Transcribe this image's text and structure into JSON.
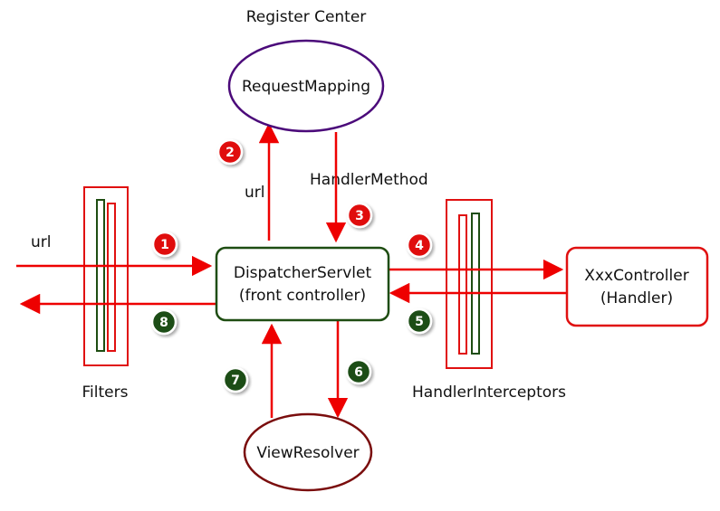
{
  "diagram": {
    "labels": {
      "register_center": "Register Center",
      "filters": "Filters",
      "handler_interceptors": "HandlerInterceptors",
      "url_in": "url",
      "url_up": "url",
      "handler_method": "HandlerMethod"
    },
    "nodes": {
      "request_mapping": "RequestMapping",
      "dispatcher_line1": "DispatcherServlet",
      "dispatcher_line2": "(front controller)",
      "controller_line1": "XxxController",
      "controller_line2": "(Handler)",
      "view_resolver": "ViewResolver"
    },
    "steps": [
      "1",
      "2",
      "3",
      "4",
      "5",
      "6",
      "7",
      "8"
    ],
    "colors": {
      "request_flow": "#ee0000",
      "response_badge": "#1e4d12",
      "request_badge": "#e01010",
      "dispatcher_border": "#1e4d12",
      "request_mapping_border": "#4b0a7a",
      "view_resolver_border": "#7a0d0d",
      "controller_border": "#e01010",
      "filter_inner_green": "#1e4d12",
      "filter_inner_red": "#e01010"
    }
  }
}
